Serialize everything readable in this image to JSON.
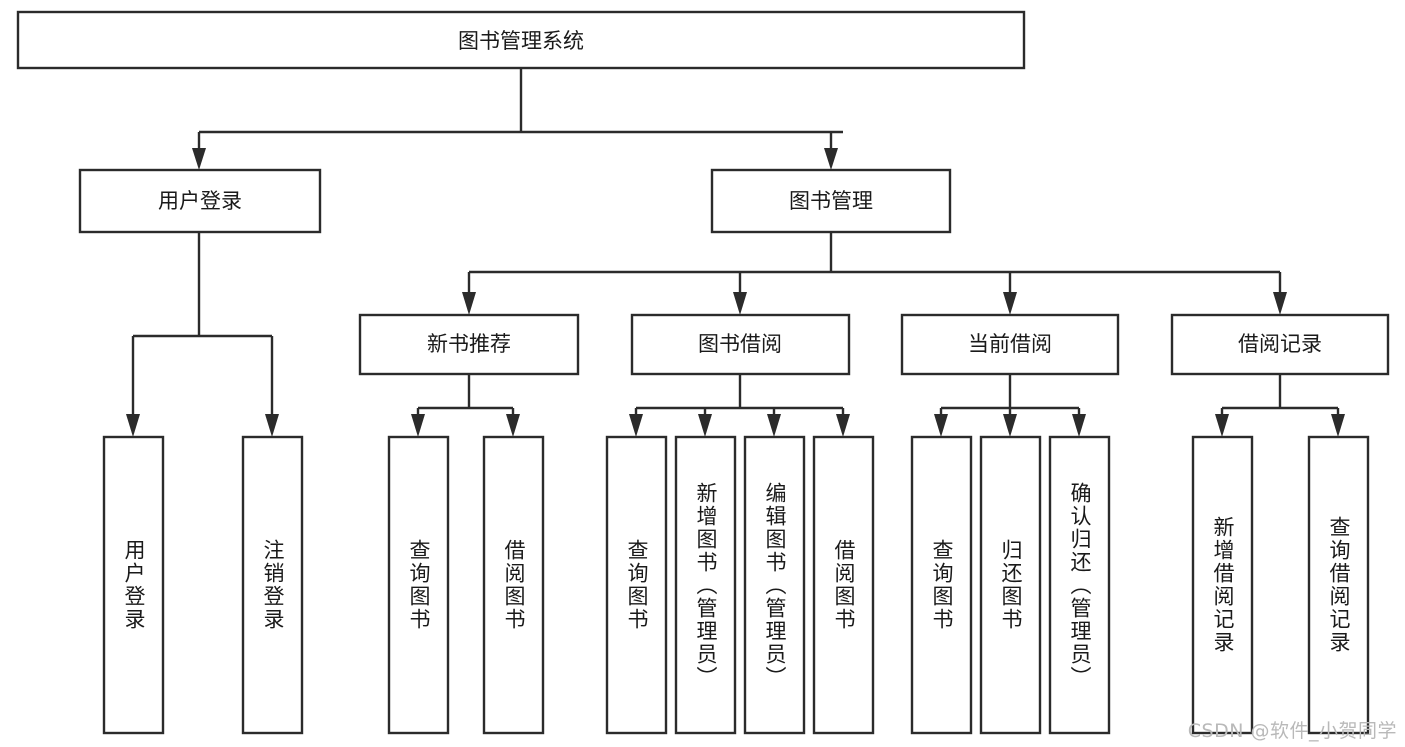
{
  "diagram": {
    "title": "图书管理系统",
    "type": "tree",
    "orientation": "top-down",
    "colors": {
      "stroke": "#2b2b2b",
      "box_fill": "#ffffff",
      "text": "#1a1a1a",
      "background": "#ffffff",
      "watermark": "#b9b9b9"
    },
    "root": {
      "label": "图书管理系统",
      "orientation": "horizontal"
    },
    "level2": [
      {
        "label": "用户登录",
        "orientation": "horizontal"
      },
      {
        "label": "图书管理",
        "orientation": "horizontal"
      }
    ],
    "level3": [
      {
        "label": "新书推荐",
        "orientation": "horizontal"
      },
      {
        "label": "图书借阅",
        "orientation": "horizontal"
      },
      {
        "label": "当前借阅",
        "orientation": "horizontal"
      },
      {
        "label": "借阅记录",
        "orientation": "horizontal"
      }
    ],
    "leaves": {
      "user_login": [
        {
          "label": "用户登录",
          "orientation": "vertical"
        },
        {
          "label": "注销登录",
          "orientation": "vertical"
        }
      ],
      "new_book_recommend": [
        {
          "label": "查询图书",
          "orientation": "vertical"
        },
        {
          "label": "借阅图书",
          "orientation": "vertical"
        }
      ],
      "book_borrow": [
        {
          "label": "查询图书",
          "orientation": "vertical"
        },
        {
          "label": "新增图书（管理员）",
          "orientation": "vertical"
        },
        {
          "label": "编辑图书（管理员）",
          "orientation": "vertical"
        },
        {
          "label": "借阅图书",
          "orientation": "vertical"
        }
      ],
      "current_borrow": [
        {
          "label": "查询图书",
          "orientation": "vertical"
        },
        {
          "label": "归还图书",
          "orientation": "vertical"
        },
        {
          "label": "确认归还（管理员）",
          "orientation": "vertical"
        }
      ],
      "borrow_record": [
        {
          "label": "新增借阅记录",
          "orientation": "vertical"
        },
        {
          "label": "查询借阅记录",
          "orientation": "vertical"
        }
      ]
    },
    "watermark": "CSDN @软件_小贺同学"
  }
}
